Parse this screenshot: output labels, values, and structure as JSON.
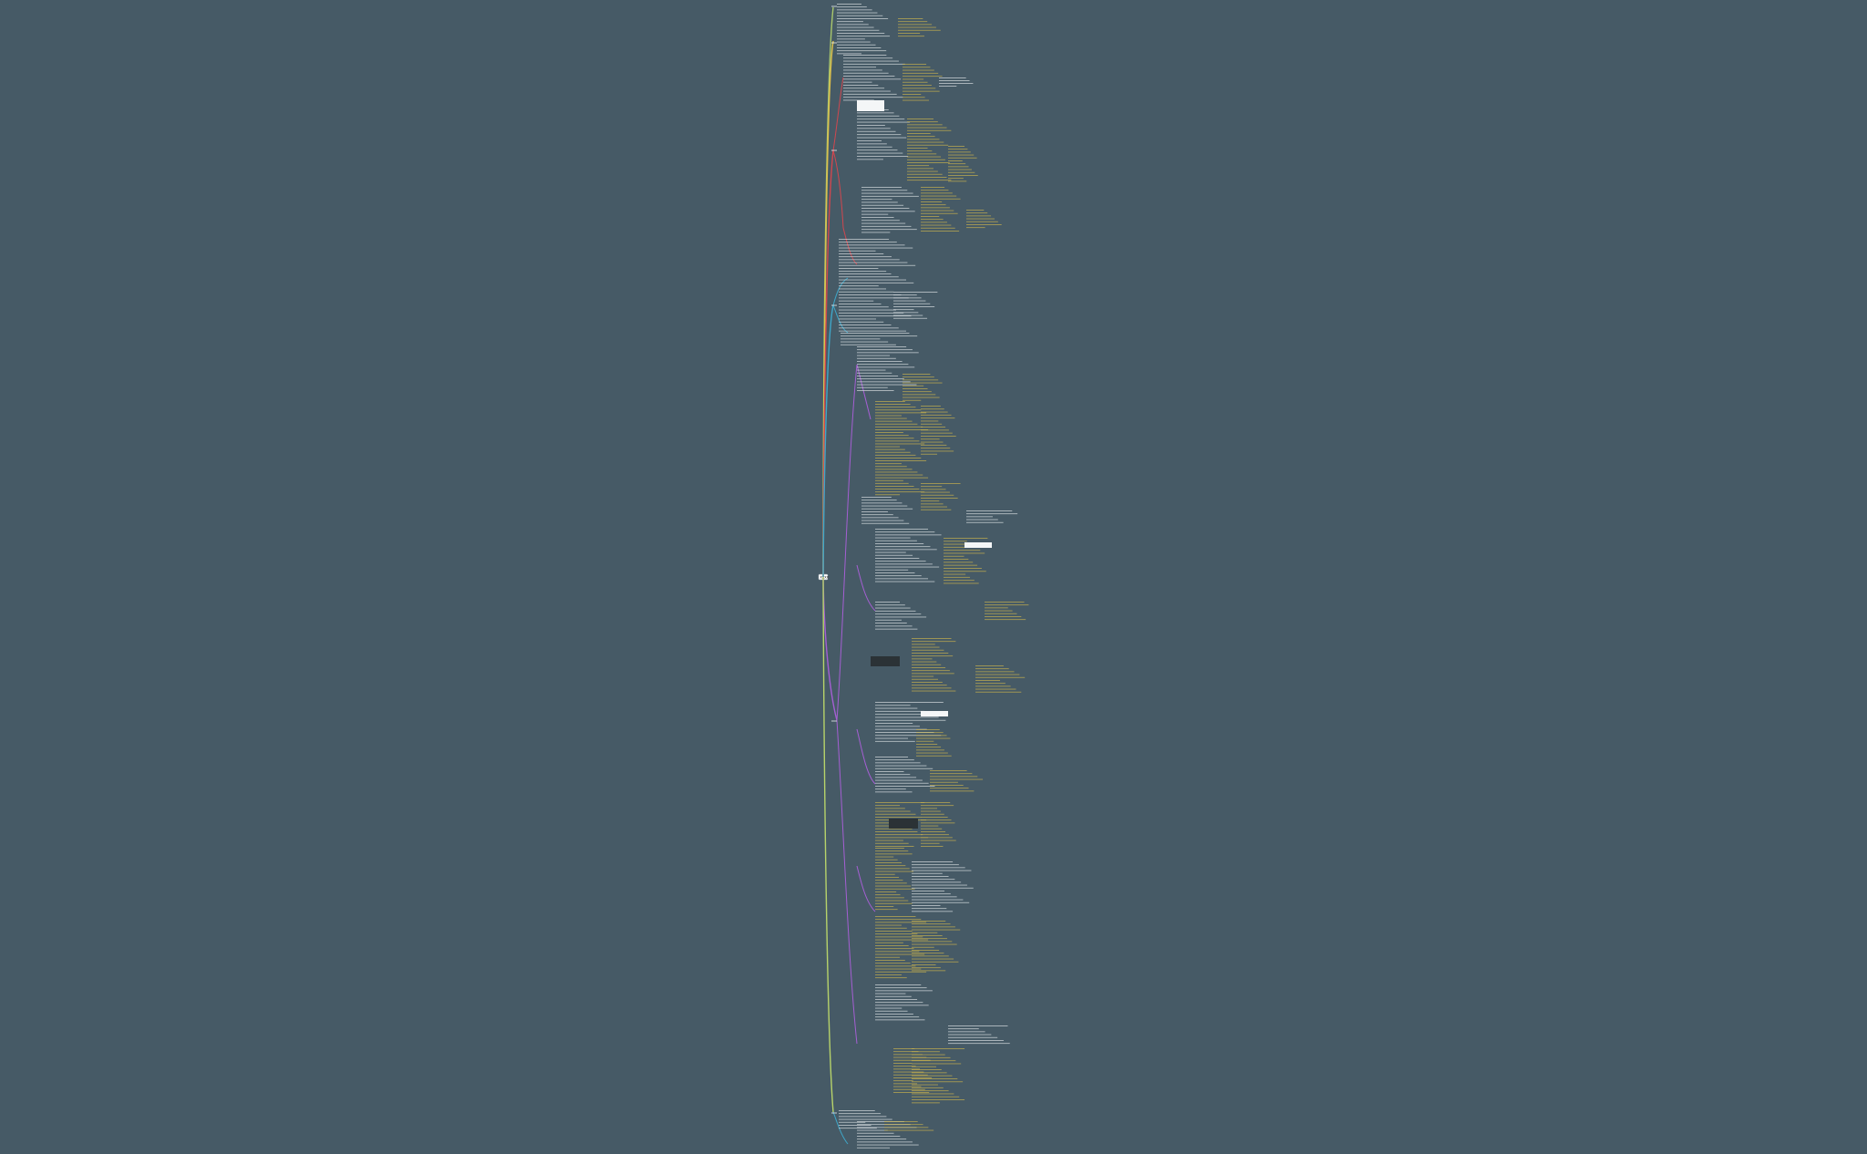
{
  "root": {
    "label": "xxxx"
  },
  "colors": {
    "background": "#465a66",
    "branch_green": "#a8c66c",
    "branch_red": "#d0474f",
    "branch_yellow": "#e0c14a",
    "branch_blue": "#3fa7c9",
    "branch_purple": "#a55fd3",
    "branch_lime": "#b7d36a",
    "text_light": "#e8ecef",
    "text_yellow": "#d8c25a"
  },
  "branches": [
    {
      "id": "b1",
      "color": "#a8c66c",
      "label": "xxx"
    },
    {
      "id": "b2",
      "color": "#e0c14a",
      "label": "xxx"
    },
    {
      "id": "b3",
      "color": "#d0474f",
      "label": "xxx"
    },
    {
      "id": "b4",
      "color": "#3fa7c9",
      "label": "xxx"
    },
    {
      "id": "b5",
      "color": "#a55fd3",
      "label": "xxx"
    },
    {
      "id": "b6",
      "color": "#b7d36a",
      "label": "xxx"
    }
  ]
}
